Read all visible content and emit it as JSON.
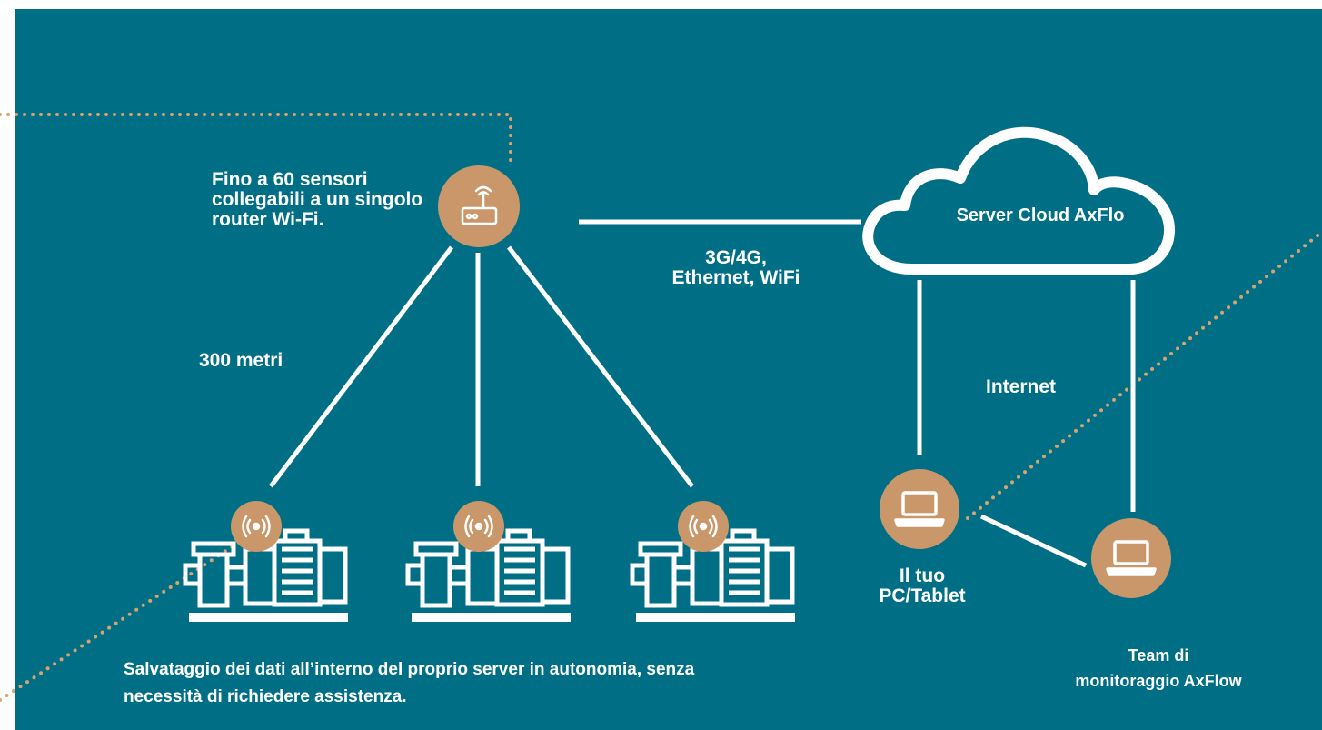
{
  "colors": {
    "background": "#006f86",
    "accent": "#c9976a",
    "line": "#ffffff",
    "dotted": "#d9a36e"
  },
  "labels": {
    "router": "Fino a 60 sensori collegabili a un singolo router Wi-Fi.",
    "connectivity": [
      "3G/4G,",
      "Ethernet, WiFi"
    ],
    "distance": "300 metri",
    "cloud": "Server Cloud AxFlo",
    "internet": "Internet",
    "your_device": [
      "Il tuo",
      "PC/Tablet"
    ],
    "team": [
      "Team di",
      "monitoraggio AxFlow"
    ],
    "footer": [
      "Salvataggio dei dati all’interno del proprio server in autonomia, senza",
      "necessità di richiedere assistenza."
    ]
  },
  "icons": {
    "router": "wifi-router-icon",
    "sensor": "wireless-sensor-icon",
    "pump": "pump-icon",
    "cloud": "cloud-icon",
    "laptop": "laptop-icon"
  }
}
